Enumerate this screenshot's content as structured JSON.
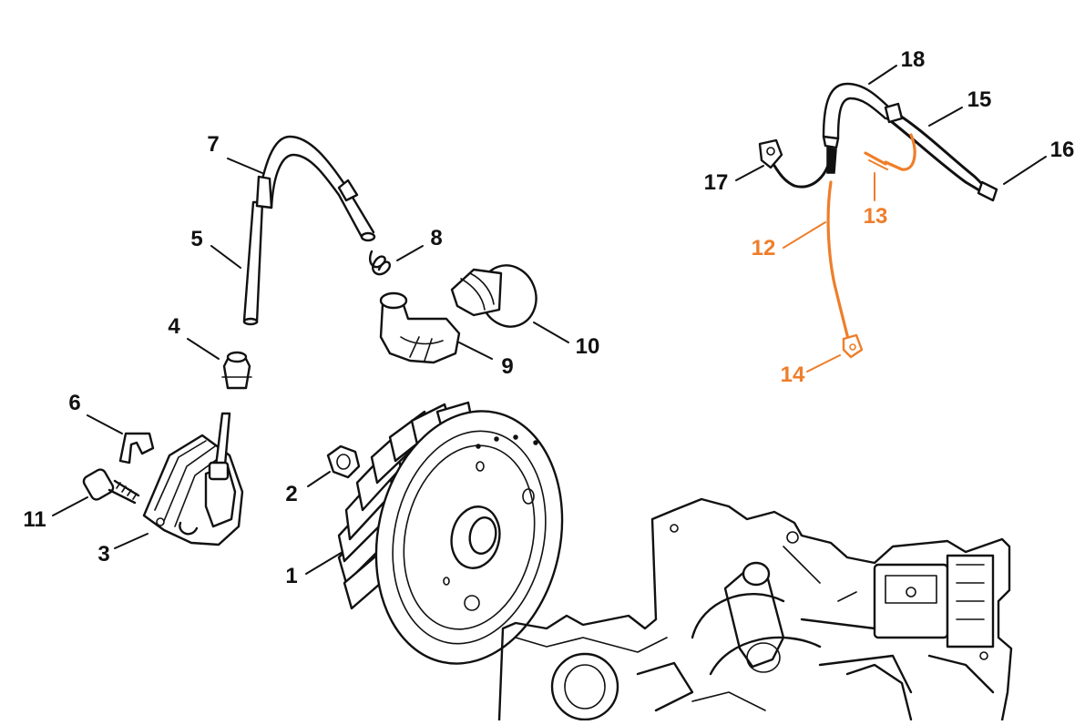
{
  "diagram": {
    "colors": {
      "ink": "#111111",
      "highlight": "#ee7e2a",
      "background": "#ffffff"
    },
    "callouts": [
      {
        "id": "1",
        "text": "1",
        "highlighted": false
      },
      {
        "id": "2",
        "text": "2",
        "highlighted": false
      },
      {
        "id": "3",
        "text": "3",
        "highlighted": false
      },
      {
        "id": "4",
        "text": "4",
        "highlighted": false
      },
      {
        "id": "5",
        "text": "5",
        "highlighted": false
      },
      {
        "id": "6",
        "text": "6",
        "highlighted": false
      },
      {
        "id": "7",
        "text": "7",
        "highlighted": false
      },
      {
        "id": "8",
        "text": "8",
        "highlighted": false
      },
      {
        "id": "9",
        "text": "9",
        "highlighted": false
      },
      {
        "id": "10",
        "text": "10",
        "highlighted": false
      },
      {
        "id": "11",
        "text": "11",
        "highlighted": false
      },
      {
        "id": "12",
        "text": "12",
        "highlighted": true
      },
      {
        "id": "13",
        "text": "13",
        "highlighted": true
      },
      {
        "id": "14",
        "text": "14",
        "highlighted": true
      },
      {
        "id": "15",
        "text": "15",
        "highlighted": false
      },
      {
        "id": "16",
        "text": "16",
        "highlighted": false
      },
      {
        "id": "17",
        "text": "17",
        "highlighted": false
      },
      {
        "id": "18",
        "text": "18",
        "highlighted": false
      }
    ]
  }
}
